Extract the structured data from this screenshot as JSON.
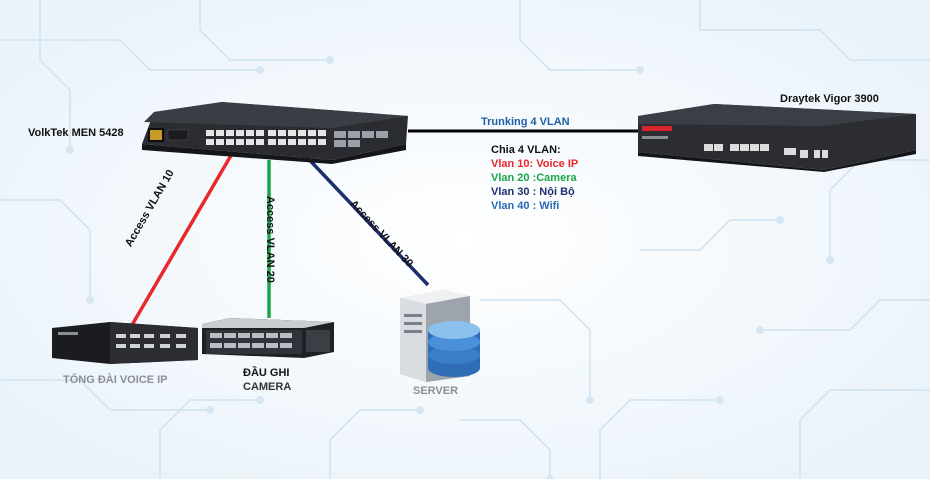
{
  "devices": {
    "switch": {
      "name": "VolkTek MEN 5428"
    },
    "router": {
      "name": "Draytek Vigor 3900"
    },
    "pbx": {
      "name": "TỔNG ĐÀI VOICE IP"
    },
    "nvr": {
      "name_line1": "ĐẦU GHI",
      "name_line2": "CAMERA"
    },
    "server": {
      "name": "SERVER"
    }
  },
  "links": {
    "trunk": {
      "label": "Trunking 4 VLAN",
      "color": "#000000"
    },
    "voice": {
      "label": "Access VLAN 10",
      "color": "#e8282b"
    },
    "camera": {
      "label": "Access VLAN 20",
      "color": "#1aa64a"
    },
    "server": {
      "label": "Access VLAN 30",
      "color": "#1e2f6e"
    }
  },
  "vlan_info": {
    "heading": "Chia 4 VLAN:",
    "items": [
      {
        "text": "Vlan 10: Voice IP",
        "color": "#e8282b"
      },
      {
        "text": "Vlan 20 :Camera",
        "color": "#1aa64a"
      },
      {
        "text": "Vlan 30 : Nội Bộ",
        "color": "#1e2f6e"
      },
      {
        "text": "Vlan 40 : Wifi",
        "color": "#2a6bb5"
      }
    ]
  },
  "colors": {
    "trunk_label": "#1f5fa6",
    "device_label_gray": "#8a8f96",
    "background_circuit": "#cfe2ef"
  }
}
